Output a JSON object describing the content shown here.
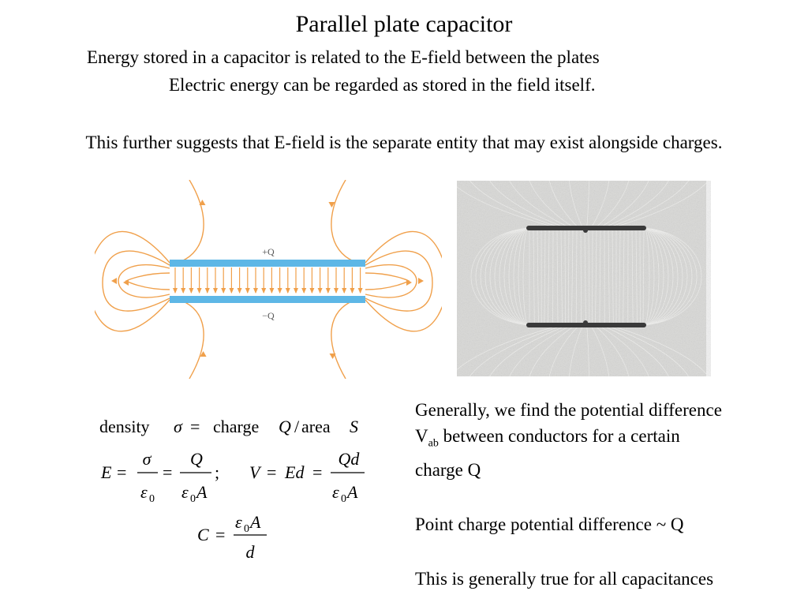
{
  "slide": {
    "title": "Parallel plate capacitor",
    "intro_line1": "Energy stored in a capacitor is related to the E-field between the plates",
    "intro_line2": "Electric energy can be regarded as stored in the field itself.",
    "intro_line3": "This further suggests that E-field is the separate entity that may exist alongside charges."
  },
  "diagram": {
    "plate_top_label": "+Q",
    "plate_bottom_label": "−Q",
    "plate_color": "#5eb7e6",
    "field_color": "#f0a04b"
  },
  "equations": {
    "density_word": "density",
    "sigma": "σ",
    "equals": "=",
    "charge_word": "charge",
    "Q": "Q",
    "slash": "/",
    "area_word": "area",
    "S": "S",
    "E": "E",
    "eps": "ε",
    "zero": "0",
    "A": "A",
    "semicolon": ";",
    "V": "V",
    "Ed": "Ed",
    "Qd": "Qd",
    "C": "C",
    "d": "d"
  },
  "right_text": {
    "p1_a": "Generally, we find the potential difference",
    "p1_V": "V",
    "p1_sub": "ab",
    "p1_b": " between conductors for a certain",
    "p1_c": "charge Q",
    "p2": "Point charge potential difference ~ Q",
    "p3": "This is generally true for all capacitances"
  }
}
